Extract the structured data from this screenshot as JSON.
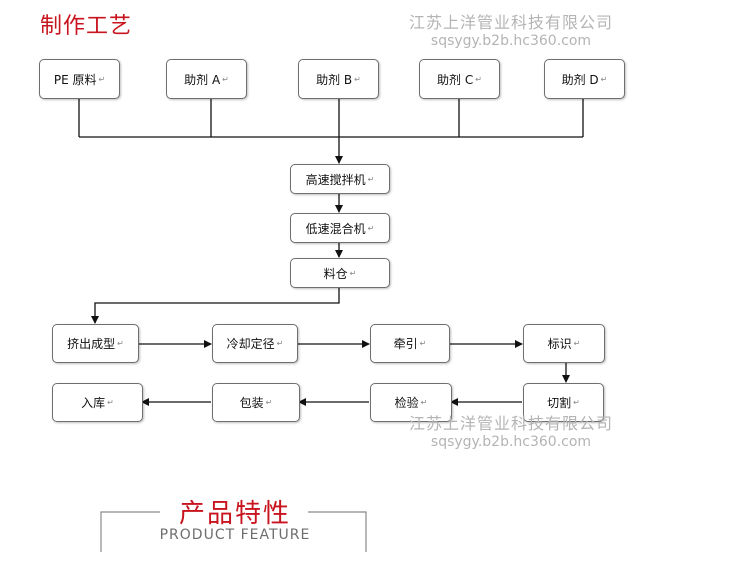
{
  "section_title": "制作工艺",
  "watermark": {
    "company": "江苏上洋管业科技有限公司",
    "url": "sqsygy.b2b.hc360.com"
  },
  "return_mark": "↵",
  "nodes": {
    "pe": "PE 原料",
    "a": "助剂 A",
    "b": "助剂 B",
    "c": "助剂 C",
    "d": "助剂 D",
    "mixer_high": "高速搅拌机",
    "mixer_low": "低速混合机",
    "bin": "料仓",
    "extrude": "挤出成型",
    "cool": "冷却定径",
    "pull": "牵引",
    "mark": "标识",
    "cut": "切割",
    "inspect": "检验",
    "pack": "包装",
    "store": "入库"
  },
  "feature": {
    "title": "产品特性",
    "subtitle": "PRODUCT FEATURE"
  }
}
